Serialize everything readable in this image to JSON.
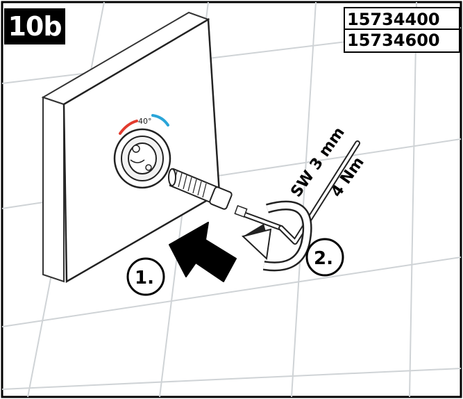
{
  "step": {
    "label": "10b"
  },
  "article_numbers": [
    "15734400",
    "15734600"
  ],
  "dial": {
    "temperature_label": "40°",
    "hot_color": "#e23b2e",
    "cold_color": "#2aa5d8"
  },
  "tool": {
    "size_label": "SW 3 mm",
    "torque_label": "4 Nm"
  },
  "sequence": {
    "step1": "1.",
    "step2": "2."
  },
  "icons": [
    "push-arrow-icon",
    "rotate-arrow-icon",
    "hex-key-icon"
  ]
}
